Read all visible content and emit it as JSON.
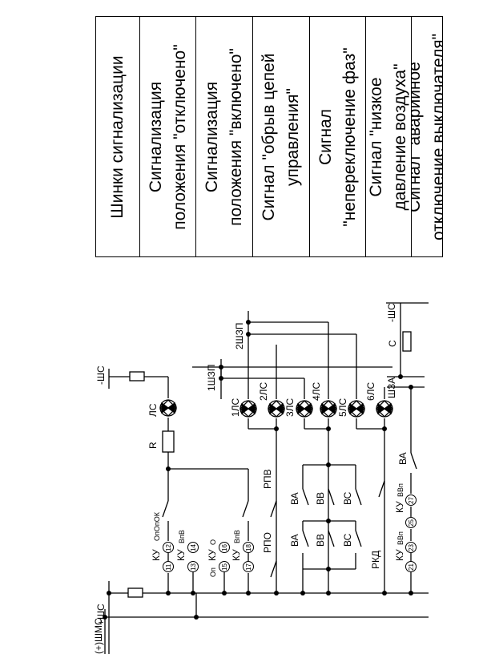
{
  "table": {
    "columns": [
      {
        "lines": [
          "Шинки сигнализации"
        ]
      },
      {
        "lines": [
          "Сигнализация",
          "положения \"отключено\""
        ]
      },
      {
        "lines": [
          "Сигнализация",
          "положения \"включено\""
        ]
      },
      {
        "lines": [
          "Сигнал \"обрыв цепей",
          "управления\""
        ]
      },
      {
        "lines": [
          "Сигнал",
          "\"непереключение фаз\""
        ]
      },
      {
        "lines": [
          "Сигнал \"низкое",
          "давление воздуха\""
        ]
      },
      {
        "lines": [
          "Сигнал \"аварийное",
          "отключение выключателя\""
        ]
      }
    ]
  },
  "schematic": {
    "buses": {
      "minus_sc": "-ШС",
      "plus_sc": "+ШС",
      "plus_smc": "(+)ШМС",
      "minus_sc2": "-ШС",
      "bus_1shzp": "1ШЗП",
      "bus_2shzp": "2ШЗП",
      "bus_shza": "ШЗА"
    },
    "components": {
      "lamp_ls": "ЛС",
      "resistor": "R",
      "relay_rpv": "РПВ",
      "relay_rpo": "РПО",
      "relay_rkd": "РКД",
      "capacitor": "С"
    },
    "lamps": [
      "1ЛС",
      "2ЛС",
      "3ЛС",
      "4ЛС",
      "5ЛС",
      "6ЛС"
    ],
    "phase_contacts_top": [
      "ВА",
      "ВВ",
      "ВС"
    ],
    "phase_contacts_bottom": [
      "ВА",
      "ВВ",
      "ВС"
    ],
    "ku_labels": {
      "ku1": "КУ",
      "ku1_sub": "ОпОпОК",
      "ku2": "КУ",
      "ku2_sub": "ВпВ",
      "ku3": "КУ",
      "ku3_sub": "О",
      "ku3_sub2": "Оп",
      "ku4": "КУ",
      "ku4_sub": "ВпВ",
      "ku5": "КУ",
      "ku5_sub": "ВВп",
      "ku6": "КУ",
      "ku6_sub": "ВВп"
    },
    "ba_label": "ВА",
    "terminals": [
      "11",
      "12",
      "13",
      "14",
      "15",
      "16",
      "17",
      "18",
      "21",
      "23",
      "25",
      "27"
    ]
  }
}
